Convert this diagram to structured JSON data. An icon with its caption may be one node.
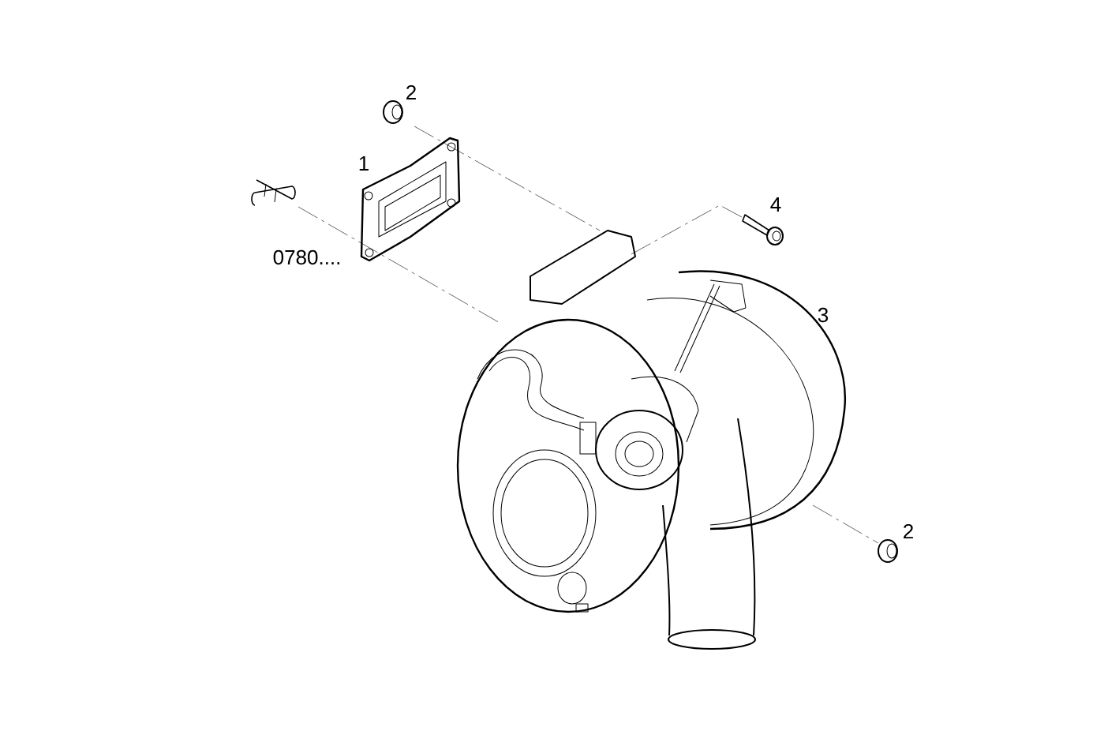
{
  "diagram": {
    "labels": [
      "2",
      "1",
      "0780....",
      "4",
      "3",
      "2"
    ]
  }
}
